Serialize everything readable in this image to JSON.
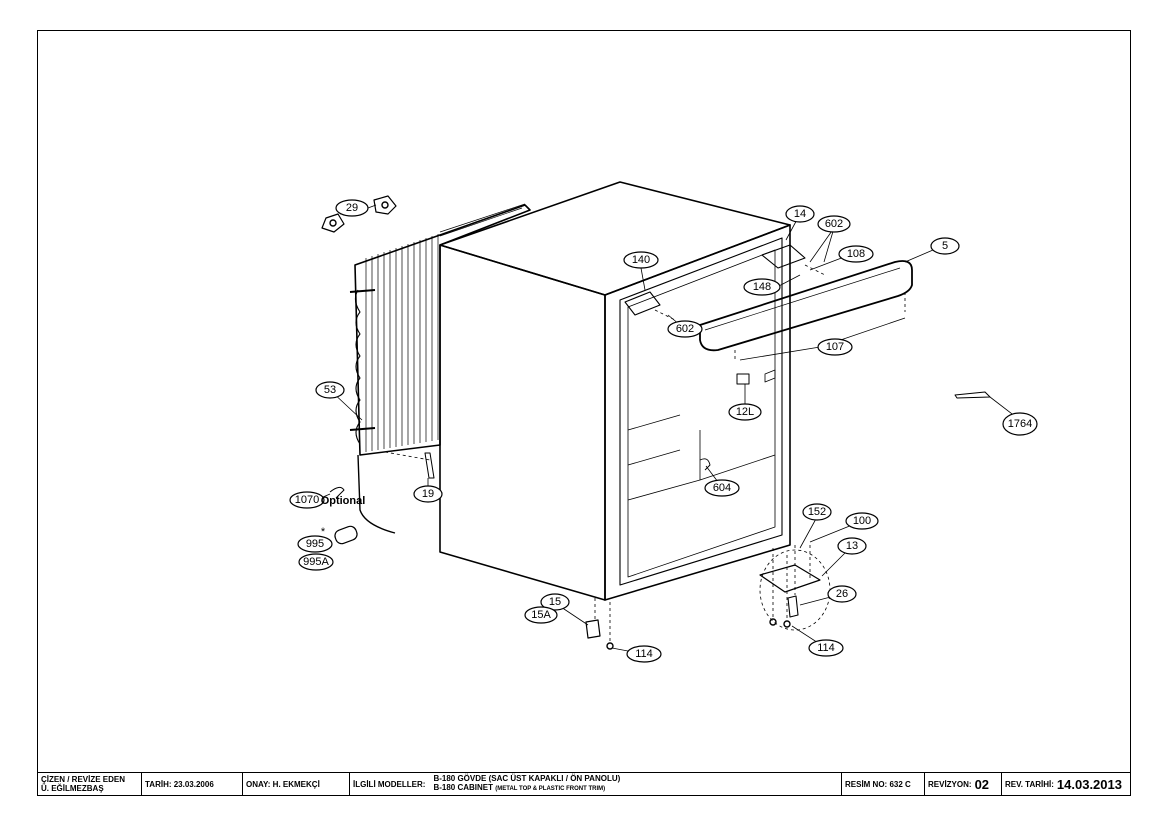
{
  "callouts": {
    "c29": "29",
    "c14": "14",
    "c602a": "602",
    "c108": "108",
    "c5": "5",
    "c140": "140",
    "c148": "148",
    "c602b": "602",
    "c107": "107",
    "c12l": "12L",
    "c53": "53",
    "c1764": "1764",
    "c19": "19",
    "c604": "604",
    "c1070": "1070",
    "optional": "Optional",
    "c995": "995",
    "c995a": "995A",
    "star": "*",
    "c152": "152",
    "c100": "100",
    "c13": "13",
    "c15": "15",
    "c15a": "15A",
    "c26": "26",
    "c114a": "114",
    "c114b": "114"
  },
  "title_block": {
    "drawn_by_label": "ÇİZEN / REVİZE EDEN",
    "drawn_by_name": "Ü. EĞİLMEZBAŞ",
    "date": "TARİH: 23.03.2006",
    "approved": "ONAY: H. EKMEKÇİ",
    "models_label": "İLGİLİ MODELLER:",
    "model_line1": "B-180  GÖVDE (SAC ÜST KAPAKLI / ÖN PANOLU)",
    "model_line2_main": "B-180 CABINET ",
    "model_line2_small": "(METAL TOP & PLASTIC FRONT TRIM)",
    "drawing_no": "RESİM NO: 632 C",
    "revision_label": "REVİZYON:",
    "revision_value": "02",
    "rev_date_label": "REV. TARİHİ:",
    "rev_date_value": "14.03.2013"
  }
}
